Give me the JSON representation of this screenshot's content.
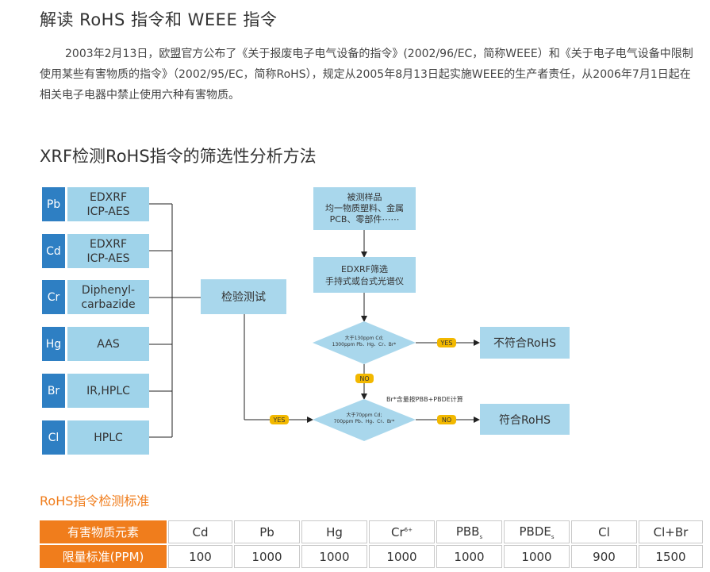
{
  "title1": "解读 RoHS 指令和 WEEE 指令",
  "paragraph": "2003年2月13日，欧盟官方公布了《关于报废电子电气设备的指令》(2002/96/EC，简称WEEE）和《关于电子电气设备中限制使用某些有害物质的指令》（2002/95/EC，简称RoHS），规定从2005年8月13日起实施WEEE的生产者责任，从2006年7月1日起在相关电子电器中禁止使用六种有害物质。",
  "title2": "XRF检测RoHS指令的筛选性分析方法",
  "elements": [
    {
      "symbol": "Pb",
      "method": "EDXRF\nICP-AES"
    },
    {
      "symbol": "Cd",
      "method": "EDXRF\nICP-AES"
    },
    {
      "symbol": "Cr",
      "method": "Diphenyl-\ncarbazide"
    },
    {
      "symbol": "Hg",
      "method": "AAS"
    },
    {
      "symbol": "Br",
      "method": "IR,HPLC"
    },
    {
      "symbol": "Cl",
      "method": "HPLC"
    }
  ],
  "flow": {
    "test_box": "检验测试",
    "sample_box": "被测样品\n均一物质塑料、金属\nPCB、零部件⋯⋯",
    "screen_box": "EDXRF筛选\n手持式或台式光谱仪",
    "diamond1": "大于130ppm Cd;\n1300ppm Pb、Hg、Cr、Br*",
    "diamond2": "大于70ppm Cd;\n700ppm Pb、Hg、Cr、Br*",
    "fail_box": "不符合RoHS",
    "pass_box": "符合RoHS",
    "note": "Br*含量按PBB+PBDE计算",
    "yes1": "YES",
    "no1": "NO",
    "yes2": "YES",
    "no2": "NO"
  },
  "title3": "RoHS指令检测标准",
  "table": {
    "row1_label": "有害物质元素",
    "row2_label": "限量标准(PPM)",
    "columns": [
      {
        "name": "Cd",
        "sub": "",
        "sup": "",
        "limit": "100"
      },
      {
        "name": "Pb",
        "sub": "",
        "sup": "",
        "limit": "1000"
      },
      {
        "name": "Hg",
        "sub": "",
        "sup": "",
        "limit": "1000"
      },
      {
        "name": "Cr",
        "sub": "",
        "sup": "6+",
        "limit": "1000"
      },
      {
        "name": "PBB",
        "sub": "s",
        "sup": "",
        "limit": "1000"
      },
      {
        "name": "PBDE",
        "sub": "s",
        "sup": "",
        "limit": "1000"
      },
      {
        "name": "Cl",
        "sub": "",
        "sup": "",
        "limit": "900"
      },
      {
        "name": "Cl+Br",
        "sub": "",
        "sup": "",
        "limit": "1500"
      }
    ]
  },
  "colors": {
    "element_blue": "#2e7fc3",
    "box_blue": "#a9d7ec",
    "tag_yellow": "#f2b800",
    "orange": "#f07d1c"
  }
}
